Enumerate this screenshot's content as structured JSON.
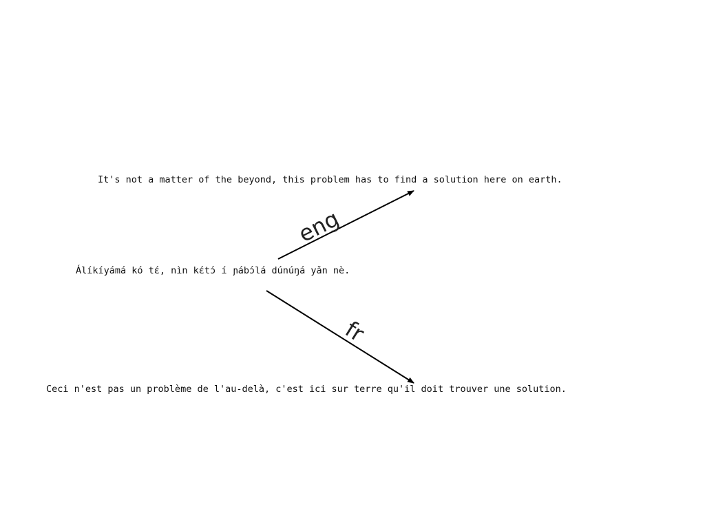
{
  "source_sentence": "Álíkíyámá kó tɛ́, nìn kɛ́tɔ́ í ɲábɔ́lá dúnúŋá yǎn nè.",
  "translations": [
    {
      "label": "eng",
      "text": "It's not a matter of the beyond, this problem has to find a solution here on earth."
    },
    {
      "label": "fr",
      "text": "Ceci n'est pas un problème de l'au-delà, c'est ici sur terre qu'il doit trouver une solution."
    }
  ],
  "colors": {
    "text": "#111111",
    "arrow": "#000000",
    "background": "#ffffff"
  }
}
